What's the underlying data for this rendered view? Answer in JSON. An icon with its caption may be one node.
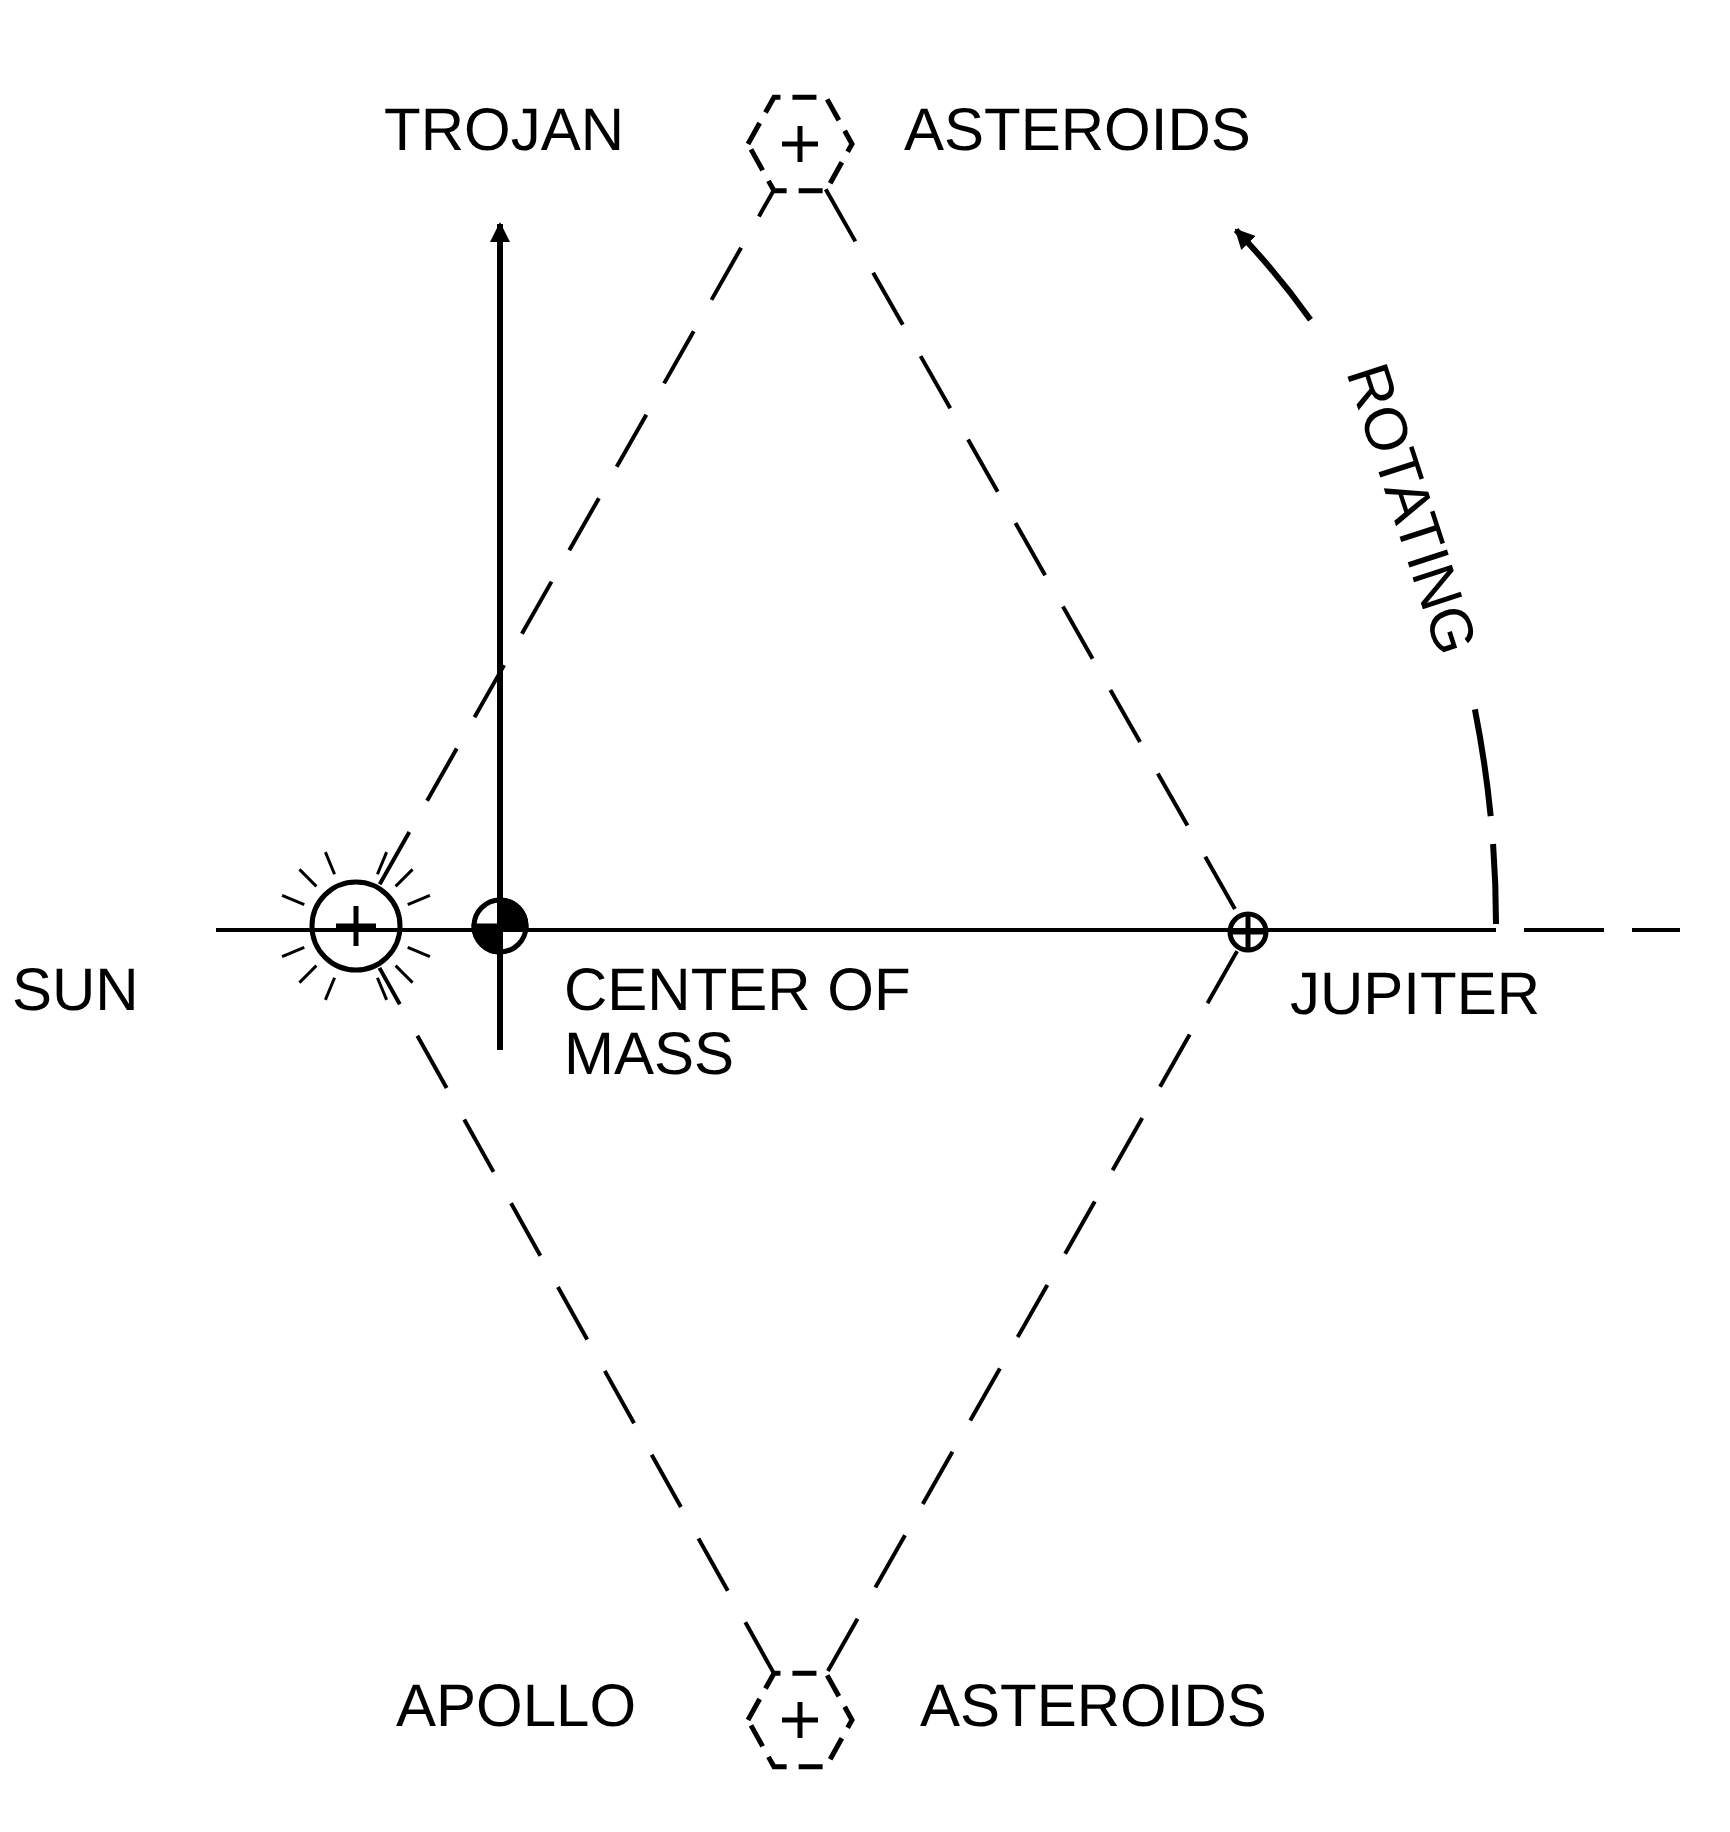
{
  "diagram": {
    "nodes": [
      {
        "text": [],
        "shape": "hexagon",
        "beside": [
          "TROJAN",
          "ASTEROIDS"
        ]
      },
      {
        "text": [],
        "shape": "circle",
        "beside": [
          "SUN"
        ]
      },
      {
        "text": [],
        "shape": "circle",
        "beside": [
          "CENTER OF MASS"
        ]
      },
      {
        "text": [],
        "shape": "circle",
        "beside": [
          "JUPITER"
        ]
      },
      {
        "text": [],
        "shape": "hexagon",
        "beside": [
          "APOLLO",
          "ASTEROIDS"
        ]
      }
    ],
    "edges": [
      {
        "from": 1,
        "to": 0,
        "arrow": "none",
        "style": "dashed"
      },
      {
        "from": 0,
        "to": 3,
        "arrow": "none",
        "style": "dashed"
      },
      {
        "from": 3,
        "to": 4,
        "arrow": "none",
        "style": "dashed"
      },
      {
        "from": 4,
        "to": 1,
        "arrow": "none",
        "style": "dashed"
      }
    ],
    "labels": [
      "ROTATING"
    ]
  }
}
